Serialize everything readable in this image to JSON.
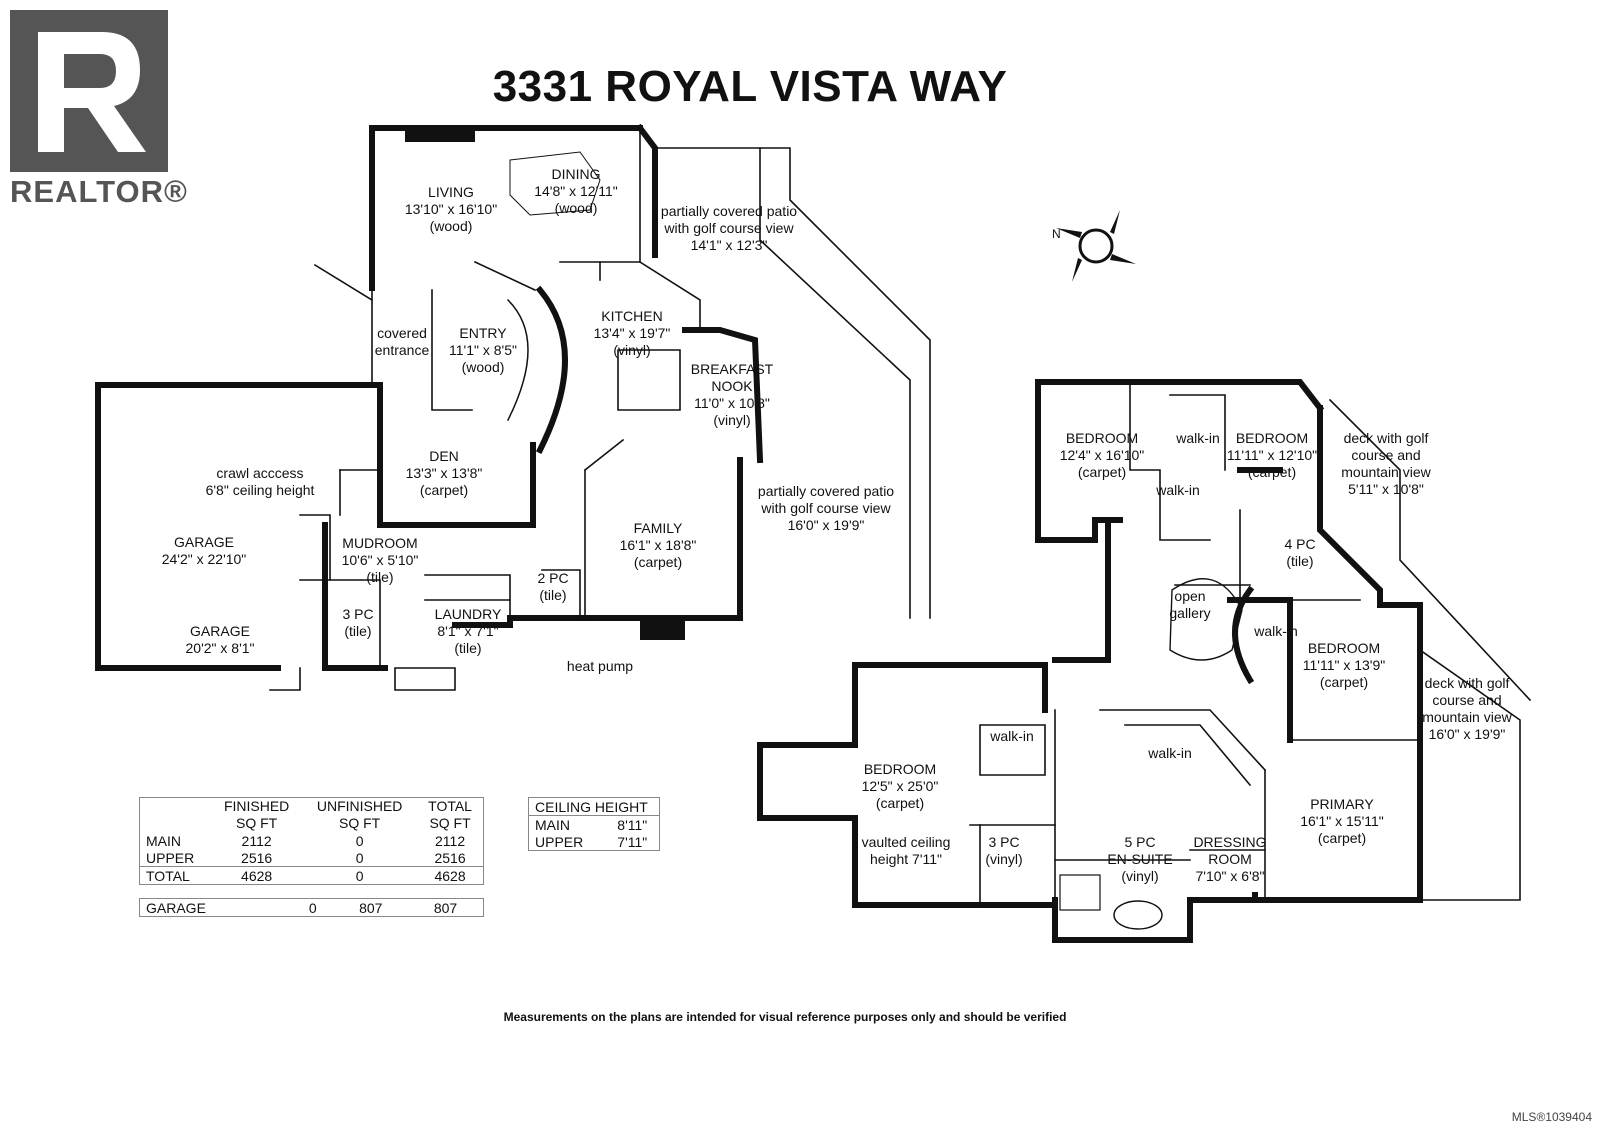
{
  "brand": {
    "logo_text": "REALTOR®"
  },
  "title": "3331 ROYAL VISTA WAY",
  "rooms": [
    {
      "id": "dining",
      "lines": [
        "DINING",
        "14'8\" x 12'11\"",
        "(wood)"
      ]
    },
    {
      "id": "living",
      "lines": [
        "LIVING",
        "13'10\" x 16'10\"",
        "(wood)"
      ]
    },
    {
      "id": "patio-upper",
      "lines": [
        "partially covered patio",
        "with golf course view",
        "14'1\" x 12'3\""
      ]
    },
    {
      "id": "covered-entrance",
      "lines": [
        "covered",
        "entrance"
      ]
    },
    {
      "id": "entry",
      "lines": [
        "ENTRY",
        "11'1\" x 8'5\"",
        "(wood)"
      ]
    },
    {
      "id": "kitchen",
      "lines": [
        "KITCHEN",
        "13'4\" x 19'7\"",
        "(vinyl)"
      ]
    },
    {
      "id": "breakfast-nook",
      "lines": [
        "BREAKFAST",
        "NOOK",
        "11'0\" x 10'8\"",
        "(vinyl)"
      ]
    },
    {
      "id": "den",
      "lines": [
        "DEN",
        "13'3\" x 13'8\"",
        "(carpet)"
      ]
    },
    {
      "id": "crawl-access",
      "lines": [
        "crawl acccess",
        "6'8\" ceiling height"
      ]
    },
    {
      "id": "garage-1",
      "lines": [
        "GARAGE",
        "24'2\" x 22'10\""
      ]
    },
    {
      "id": "mudroom",
      "lines": [
        "MUDROOM",
        "10'6\" x 5'10\"",
        "(tile)"
      ]
    },
    {
      "id": "garage-2",
      "lines": [
        "GARAGE",
        "20'2\" x 8'1\""
      ]
    },
    {
      "id": "bath-3pc-main",
      "lines": [
        "3 PC",
        "(tile)"
      ]
    },
    {
      "id": "laundry",
      "lines": [
        "LAUNDRY",
        "8'1\" x 7'1\"",
        "(tile)"
      ]
    },
    {
      "id": "powder-2pc",
      "lines": [
        "2 PC",
        "(tile)"
      ]
    },
    {
      "id": "family",
      "lines": [
        "FAMILY",
        "16'1\" x 18'8\"",
        "(carpet)"
      ]
    },
    {
      "id": "patio-lower",
      "lines": [
        "partially covered patio",
        "with golf course view",
        "16'0\" x 19'9\""
      ]
    },
    {
      "id": "heat-pump",
      "lines": [
        "heat pump"
      ]
    },
    {
      "id": "bedroom-a",
      "lines": [
        "BEDROOM",
        "12'4\" x 16'10\"",
        "(carpet)"
      ]
    },
    {
      "id": "walk-in-a",
      "lines": [
        "walk-in"
      ]
    },
    {
      "id": "bedroom-b",
      "lines": [
        "BEDROOM",
        "11'11\" x 12'10\"",
        "(carpet)"
      ]
    },
    {
      "id": "deck-a",
      "lines": [
        "deck with golf",
        "course and",
        "mountain view",
        "5'11\" x 10'8\""
      ]
    },
    {
      "id": "walk-in-b",
      "lines": [
        "walk-in"
      ]
    },
    {
      "id": "bath-4pc",
      "lines": [
        "4 PC",
        "(tile)"
      ]
    },
    {
      "id": "open-gallery",
      "lines": [
        "open",
        "gallery"
      ]
    },
    {
      "id": "walk-in-c",
      "lines": [
        "walk-in"
      ]
    },
    {
      "id": "bedroom-c",
      "lines": [
        "BEDROOM",
        "11'11\" x 13'9\"",
        "(carpet)"
      ]
    },
    {
      "id": "deck-b",
      "lines": [
        "deck with golf",
        "course and",
        "mountain view",
        "16'0\" x 19'9\""
      ]
    },
    {
      "id": "walk-in-d",
      "lines": [
        "walk-in"
      ]
    },
    {
      "id": "bedroom-d",
      "lines": [
        "BEDROOM",
        "12'5\" x 25'0\"",
        "(carpet)"
      ]
    },
    {
      "id": "walk-in-e",
      "lines": [
        "walk-in"
      ]
    },
    {
      "id": "vaulted",
      "lines": [
        "vaulted ceiling",
        "height 7'11\""
      ]
    },
    {
      "id": "bath-3pc-upper",
      "lines": [
        "3 PC",
        "(vinyl)"
      ]
    },
    {
      "id": "ensuite",
      "lines": [
        "5 PC",
        "EN-SUITE",
        "(vinyl)"
      ]
    },
    {
      "id": "dressing",
      "lines": [
        "DRESSING",
        "ROOM",
        "7'10\" x 6'8\""
      ]
    },
    {
      "id": "primary",
      "lines": [
        "PRIMARY",
        "16'1\" x 15'11\"",
        "(carpet)"
      ]
    }
  ],
  "area_table": {
    "headers": [
      [
        "",
        ""
      ],
      [
        "FINISHED",
        "SQ FT"
      ],
      [
        "UNFINISHED",
        "SQ FT"
      ],
      [
        "TOTAL",
        "SQ FT"
      ]
    ],
    "rows": [
      [
        "MAIN",
        "2112",
        "0",
        "2112"
      ],
      [
        "UPPER",
        "2516",
        "0",
        "2516"
      ],
      [
        "TOTAL",
        "4628",
        "0",
        "4628"
      ]
    ],
    "garage_row": [
      "GARAGE",
      "0",
      "807",
      "807"
    ]
  },
  "ceiling_table": {
    "header": "CEILING HEIGHT",
    "rows": [
      [
        "MAIN",
        "8'11\""
      ],
      [
        "UPPER",
        "7'11\""
      ]
    ]
  },
  "compass": {
    "label": "N"
  },
  "disclaimer": "Measurements on the plans are intended for visual reference purposes only and should be verified",
  "mls": "MLS®1039404"
}
